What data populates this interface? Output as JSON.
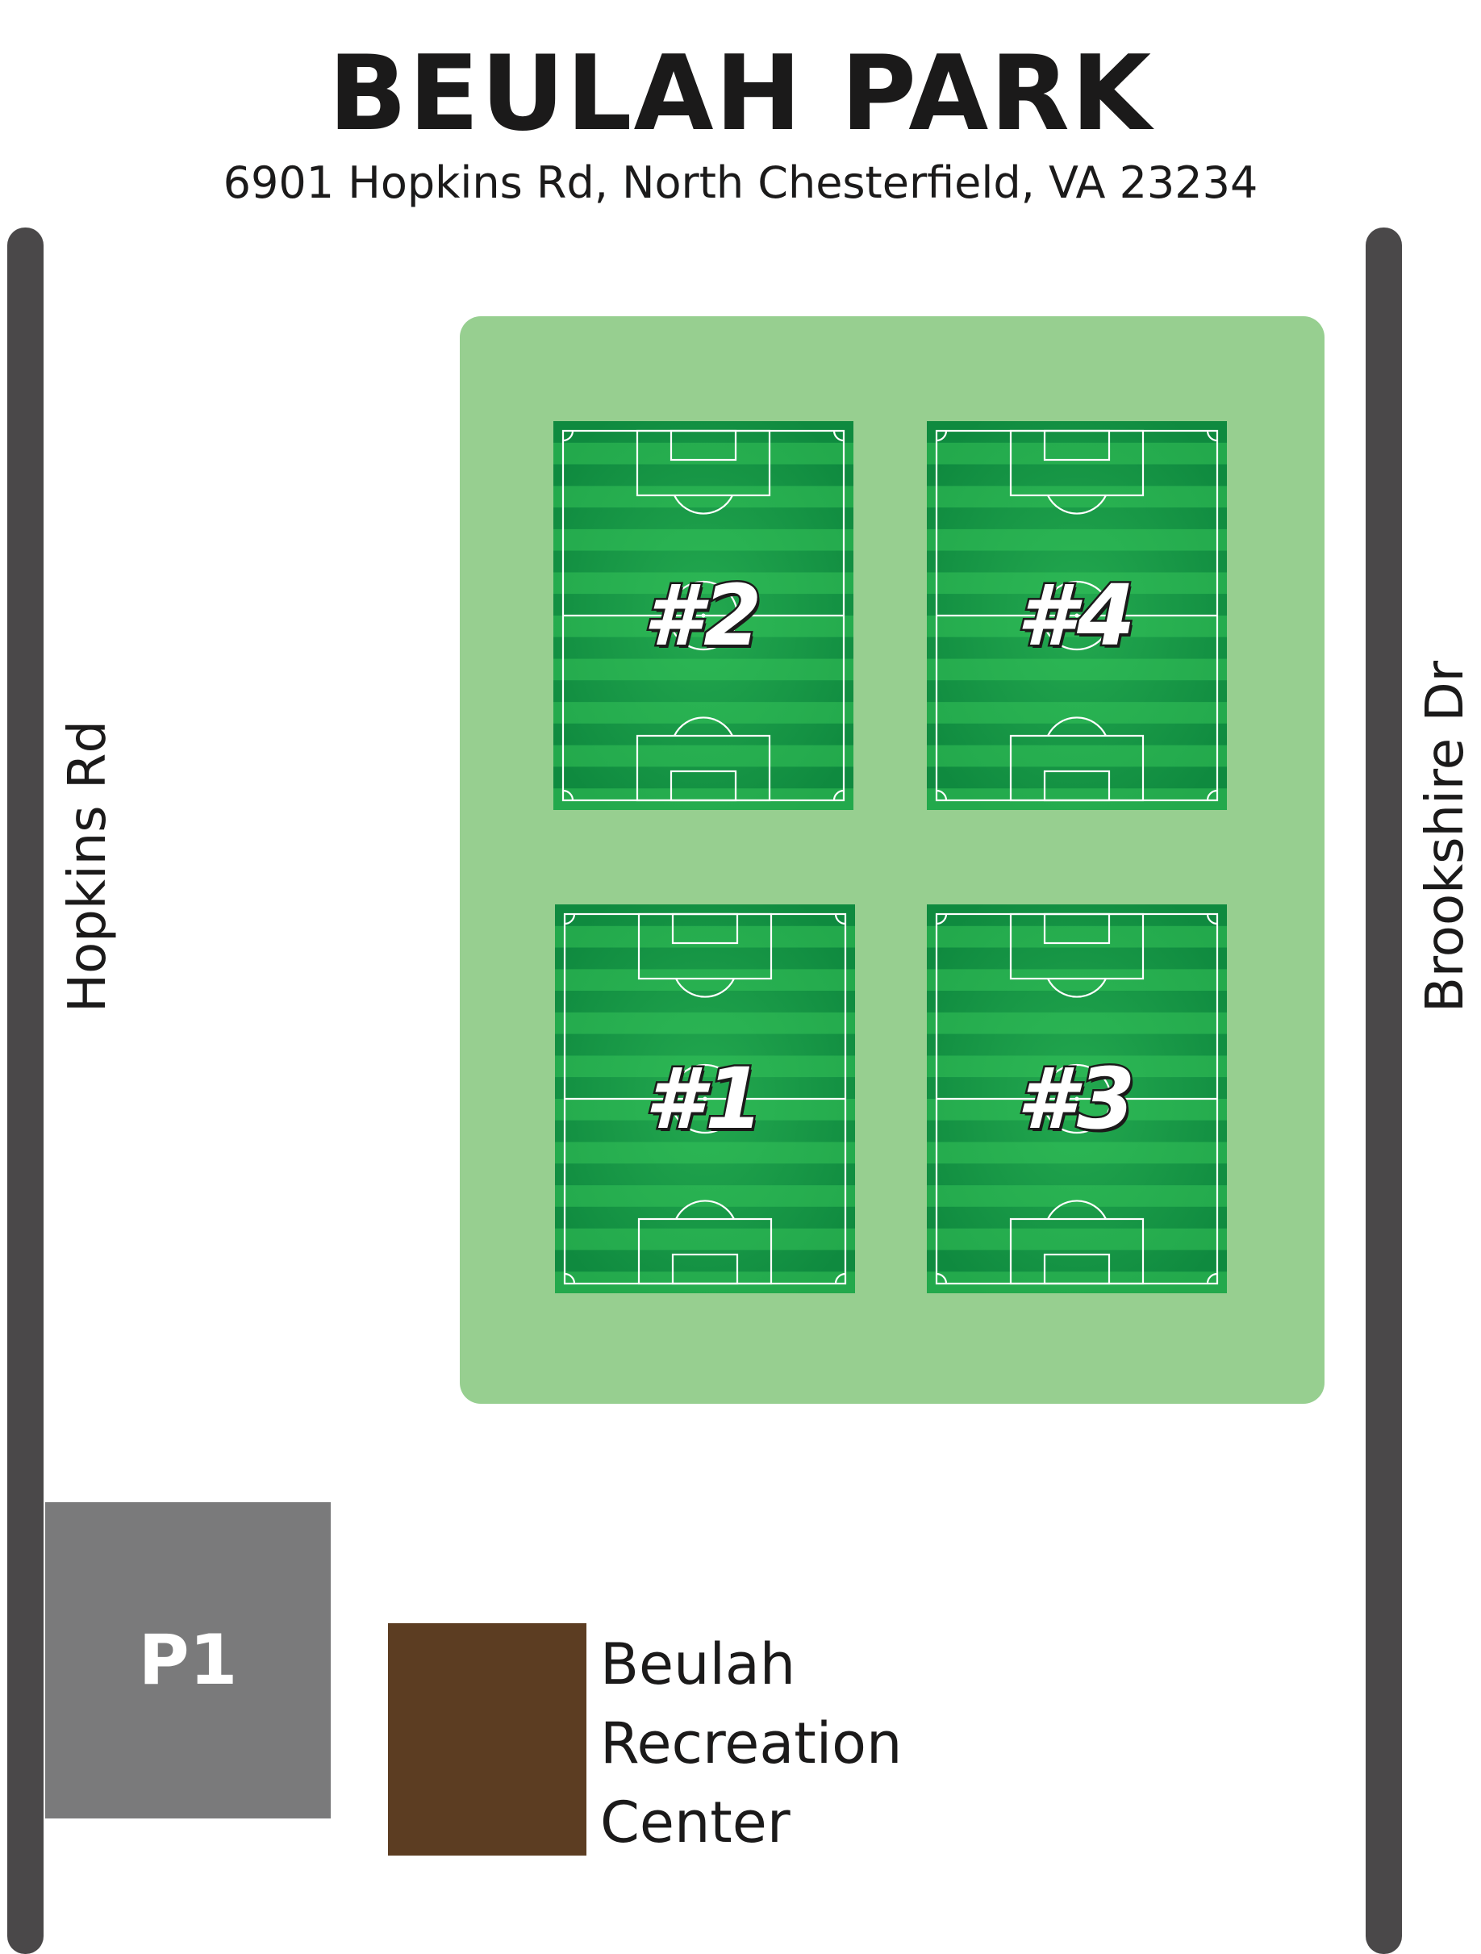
{
  "title": "BEULAH PARK",
  "address": "6901 Hopkins Rd, North Chesterfield, VA 23234",
  "roads": {
    "left": "Hopkins Rd",
    "right": "Brookshire Dr"
  },
  "fields": [
    {
      "id": "field-2",
      "label": "#2"
    },
    {
      "id": "field-4",
      "label": "#4"
    },
    {
      "id": "field-1",
      "label": "#1"
    },
    {
      "id": "field-3",
      "label": "#3"
    }
  ],
  "parking": {
    "label": "P1"
  },
  "building": {
    "lines": [
      "Beulah",
      "Recreation",
      "Center"
    ]
  },
  "colors": {
    "road": "#4a4849",
    "park": "#97cf90",
    "field_dark": "#0f8a3f",
    "field_light": "#27ae4f",
    "parking": "#7a7a7b",
    "building": "#5c3d22"
  }
}
